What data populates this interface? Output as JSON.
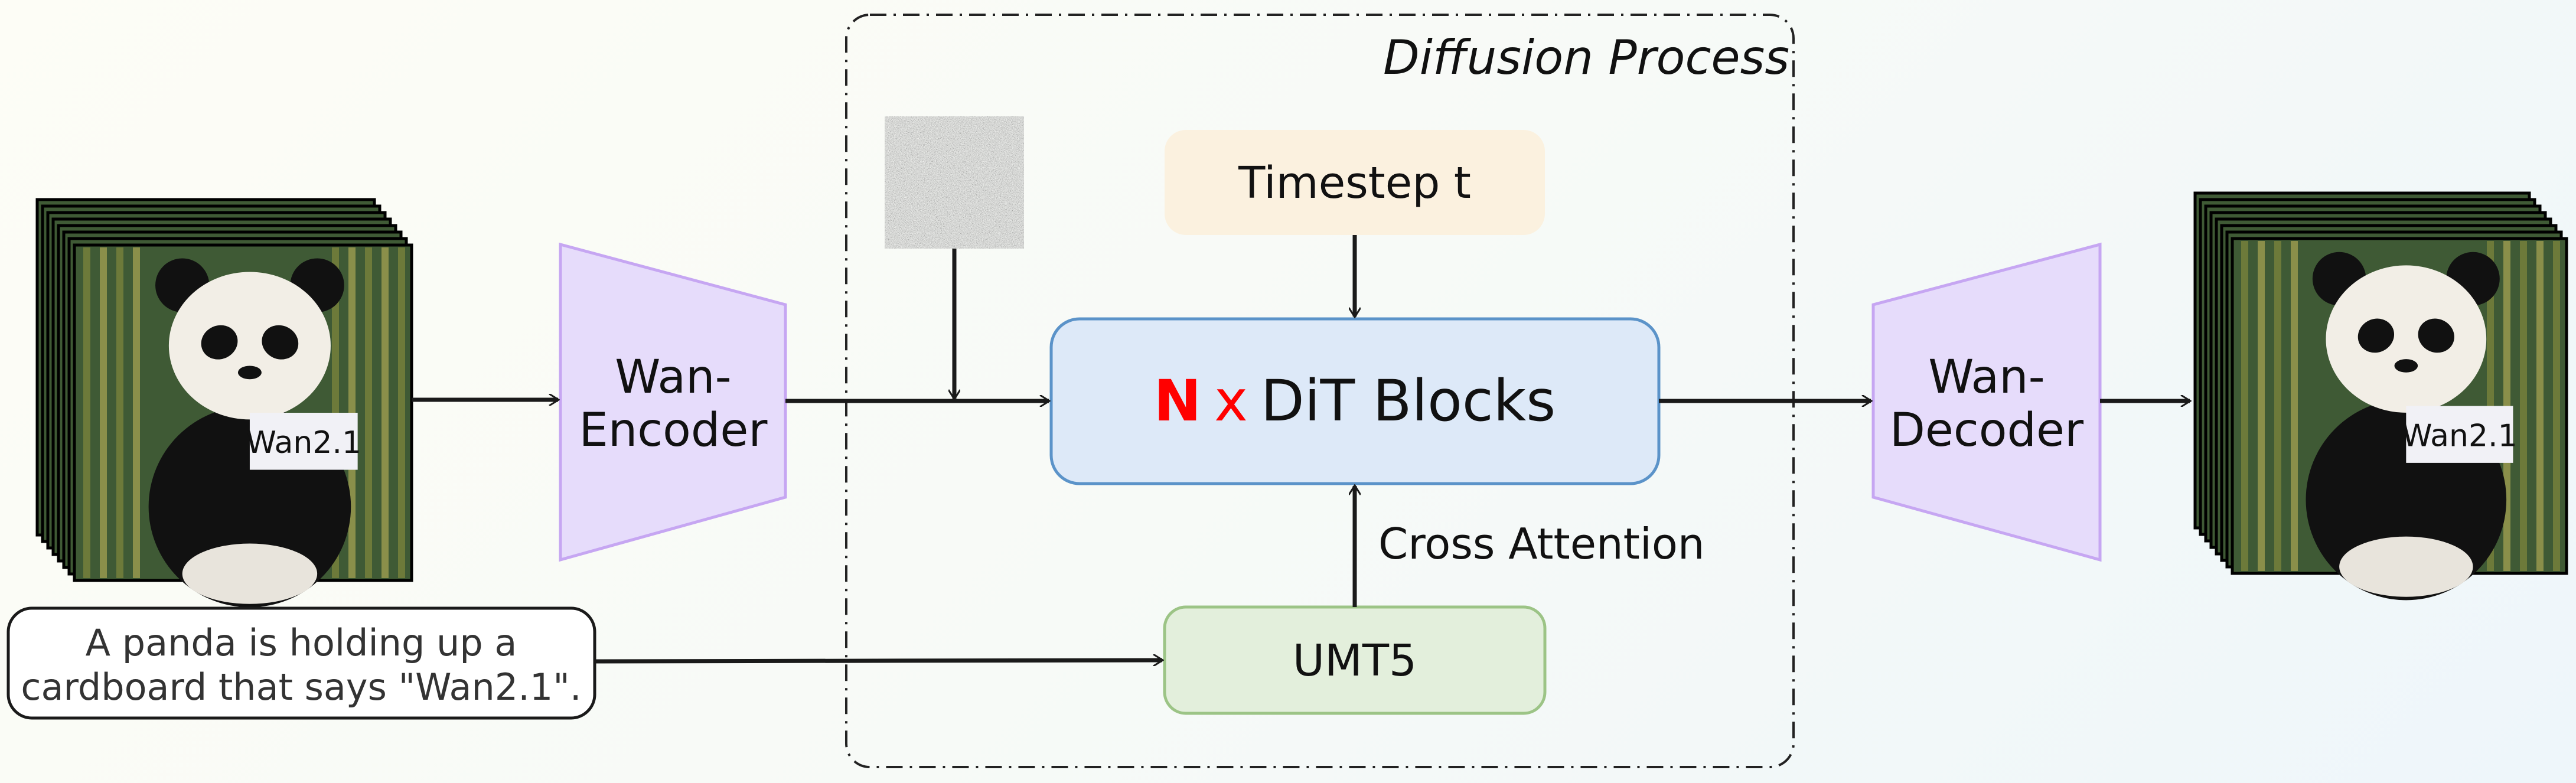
{
  "diffusion_process": {
    "label": "Diffusion Process"
  },
  "encoder": {
    "line1": "Wan-",
    "line2": "Encoder"
  },
  "decoder": {
    "line1": "Wan-",
    "line2": "Decoder"
  },
  "timestep": {
    "label": "Timestep t"
  },
  "dit": {
    "n": "N",
    "x": "x",
    "label": "DiT Blocks"
  },
  "cross_attention": {
    "label": "Cross Attention"
  },
  "umt5": {
    "label": "UMT5"
  },
  "prompt": {
    "line1": "A panda is holding up a",
    "line2": "cardboard that says \"Wan2.1\"."
  },
  "panda_sign": "Wan2.1",
  "colors": {
    "encoder_fill": "#e6dcfb",
    "encoder_stroke": "#c6a6f2",
    "timestep_fill": "#fbf1df",
    "dit_fill": "#dde9f8",
    "dit_stroke": "#5b93c9",
    "umt5_fill": "#e3efdc",
    "umt5_stroke": "#9cc486",
    "accent_red": "#ff0000"
  }
}
